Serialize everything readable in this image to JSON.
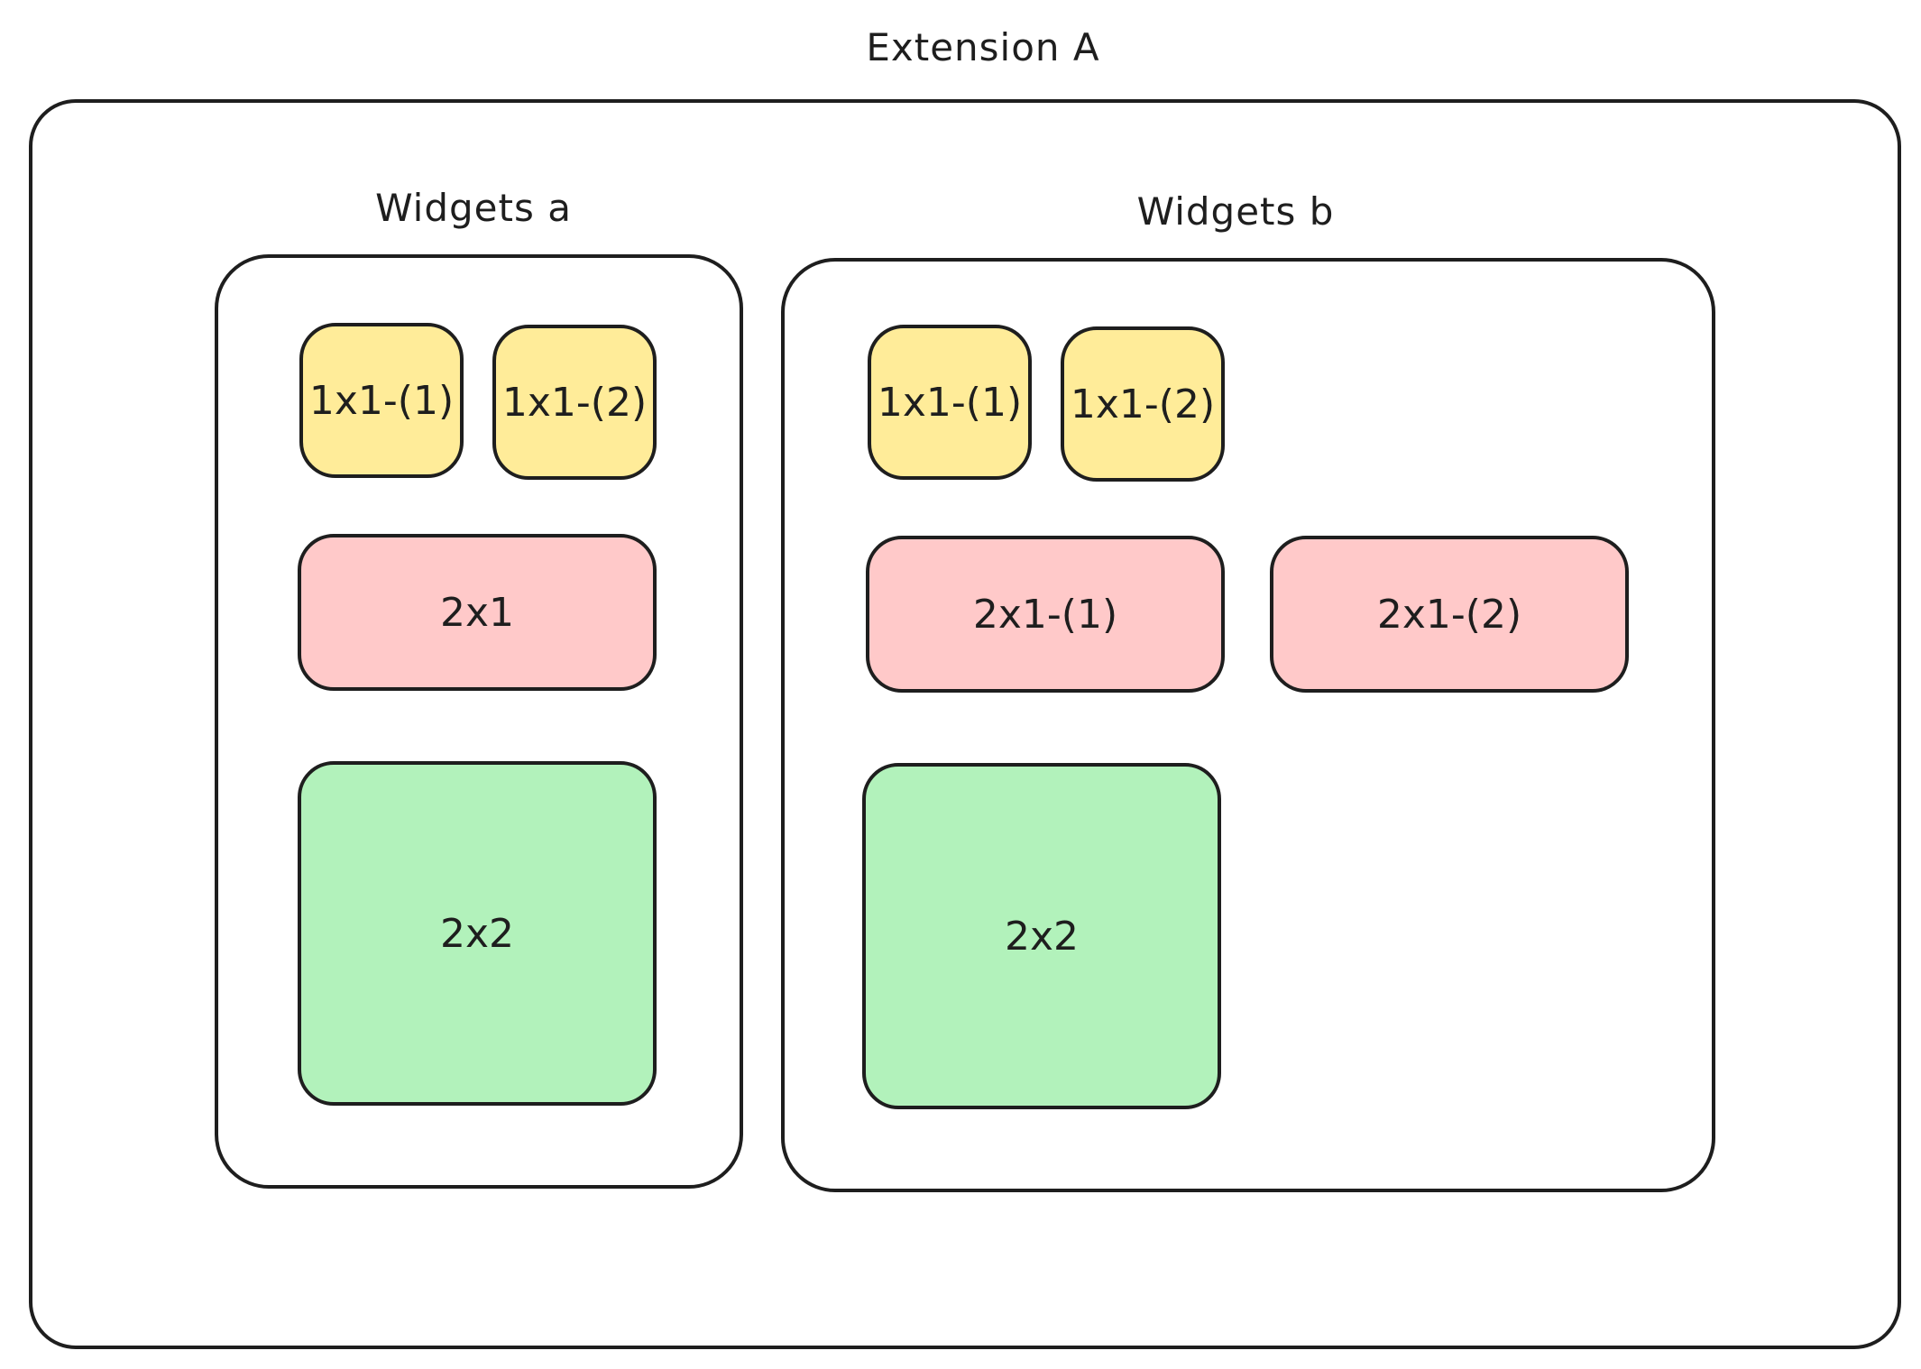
{
  "extension": {
    "title": "Extension A"
  },
  "colors": {
    "yellow": "#ffec99",
    "red": "#ffc9c9",
    "green": "#b2f2bb",
    "stroke": "#1e1e1e"
  },
  "groups": [
    {
      "title": "Widgets a",
      "tiles": [
        "1x1-(1)",
        "1x1-(2)",
        "2x1",
        "2x2"
      ]
    },
    {
      "title": "Widgets b",
      "tiles": [
        "1x1-(1)",
        "1x1-(2)",
        "2x1-(1)",
        "2x1-(2)",
        "2x2"
      ]
    }
  ]
}
